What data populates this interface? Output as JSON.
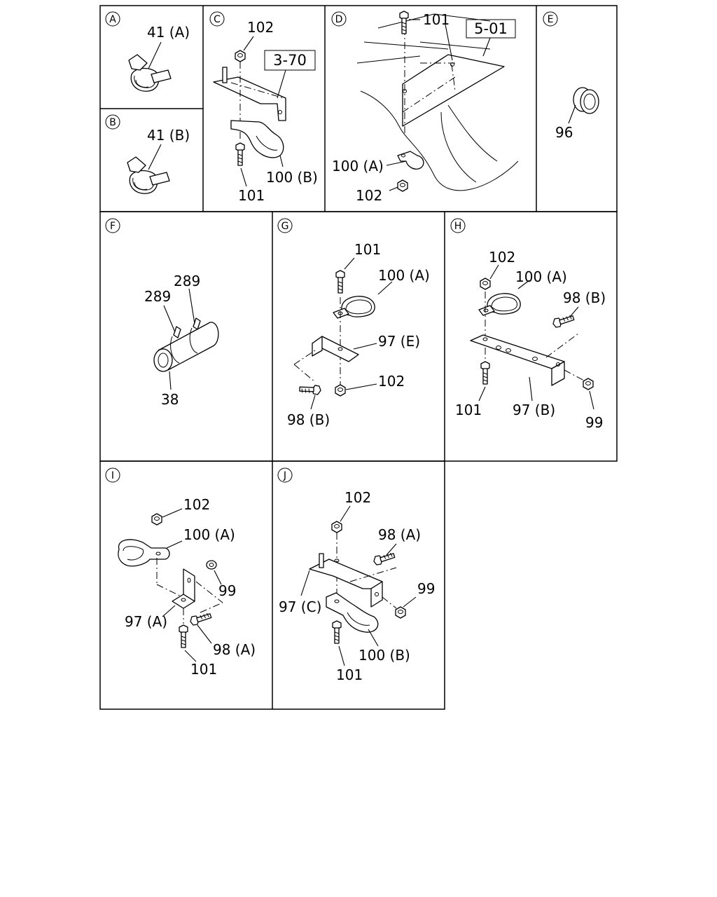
{
  "panels": {
    "A": {
      "letter": "A",
      "labels": [
        "41 (A)"
      ]
    },
    "B": {
      "letter": "B",
      "labels": [
        "41 (B)"
      ]
    },
    "C": {
      "letter": "C",
      "labels": [
        "102",
        "100 (B)",
        "101"
      ],
      "ref": "3-70"
    },
    "D": {
      "letter": "D",
      "labels": [
        "101",
        "100 (A)",
        "102"
      ],
      "ref": "5-01"
    },
    "E": {
      "letter": "E",
      "labels": [
        "96"
      ]
    },
    "F": {
      "letter": "F",
      "labels": [
        "289",
        "289",
        "38"
      ]
    },
    "G": {
      "letter": "G",
      "labels": [
        "101",
        "100 (A)",
        "97 (E)",
        "102",
        "98 (B)"
      ]
    },
    "H": {
      "letter": "H",
      "labels": [
        "102",
        "100 (A)",
        "98 (B)",
        "101",
        "97 (B)",
        "99"
      ]
    },
    "I": {
      "letter": "I",
      "labels": [
        "102",
        "100 (A)",
        "99",
        "97 (A)",
        "98 (A)",
        "101"
      ]
    },
    "J": {
      "letter": "J",
      "labels": [
        "102",
        "98 (A)",
        "99",
        "97 (C)",
        "100 (B)",
        "101"
      ]
    }
  }
}
